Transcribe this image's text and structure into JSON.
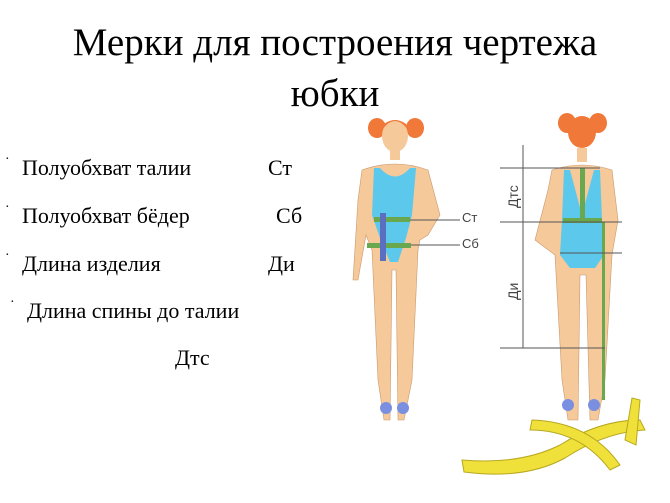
{
  "title": {
    "line1": "Мерки для построения чертежа",
    "line2": "юбки"
  },
  "items": [
    {
      "label": "Полуобхват талии",
      "code": "Ст"
    },
    {
      "label": "Полуобхват бёдер",
      "code": "Сб"
    },
    {
      "label": "Длина изделия",
      "code": "Ди"
    },
    {
      "label": "Длина спины до талии",
      "code": "Дтс"
    }
  ],
  "figure": {
    "waist": "Ст",
    "hips": "Сб",
    "back_length": "Дтс",
    "product_length": "Ди"
  },
  "bullet_char": "·"
}
